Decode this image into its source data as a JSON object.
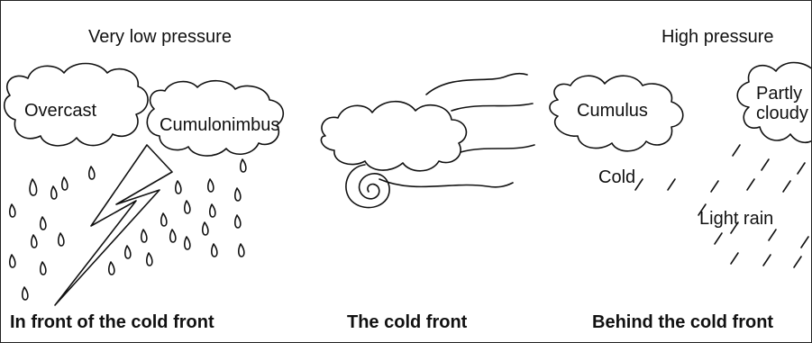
{
  "pressure": {
    "left": "Very low pressure",
    "right": "High pressure"
  },
  "clouds": {
    "overcast": "Overcast",
    "cumulonimbus": "Cumulonimbus",
    "cumulus": "Cumulus",
    "partly_cloudy": "Partly cloudy"
  },
  "labels": {
    "cold": "Cold",
    "light_rain": "Light rain"
  },
  "captions": {
    "front_ahead": "In front of the cold front",
    "front": "The cold front",
    "front_behind": "Behind the cold front"
  }
}
